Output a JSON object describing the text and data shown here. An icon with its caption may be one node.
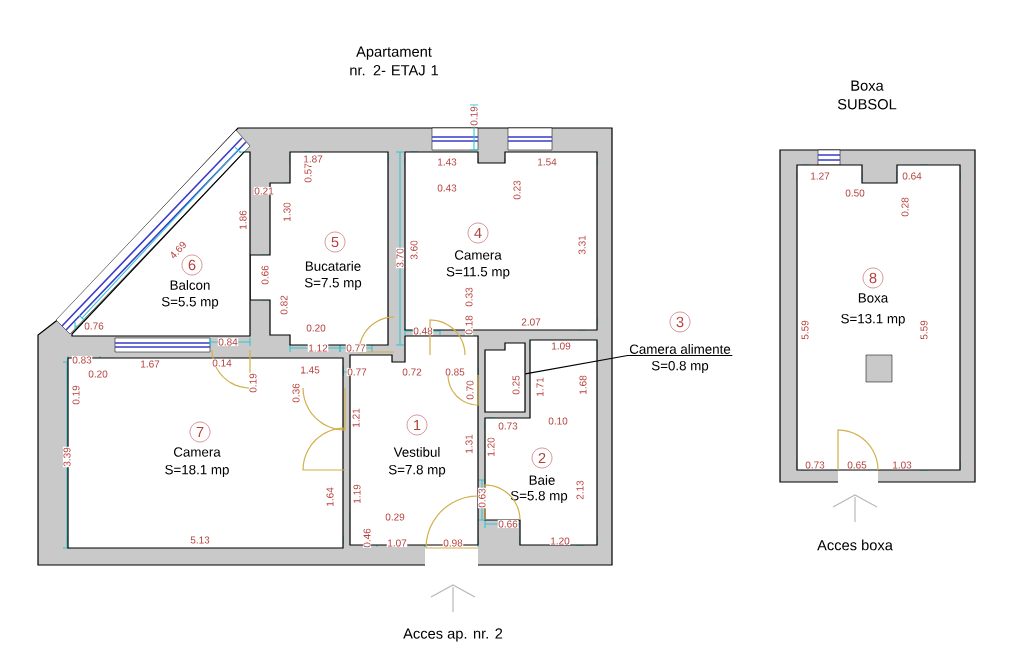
{
  "diagram": {
    "nodes": [
      {
        "text": [
          "1",
          "Vestibul",
          "S=7.8 mp"
        ]
      },
      {
        "text": [
          "2",
          "Baie",
          "S=5.8 mp"
        ]
      },
      {
        "text": [],
        "shape": "box"
      },
      {
        "text": [
          "3",
          "Camera alimente",
          "S=0.8 mp"
        ]
      },
      {
        "text": [
          "4",
          "Camera",
          "S=11.5 mp"
        ]
      },
      {
        "text": [
          "5",
          "Bucatarie",
          "S=7.5 mp"
        ]
      },
      {
        "text": [
          "6",
          "Balcon",
          "S=5.5 mp"
        ]
      },
      {
        "text": [
          "7",
          "Camera",
          "S=18.1 mp"
        ]
      },
      {
        "text": [
          "8",
          "Boxa",
          "S=13.1 mp"
        ]
      }
    ],
    "edges": [
      {
        "from": 3,
        "to": 2,
        "arrow": "none"
      }
    ],
    "labels": [
      "Apartament nr. 2- ETAJ 1",
      "Boxa SUBSOL",
      "0.19",
      "1.87",
      "1.43",
      "1.54",
      "0.57",
      "0.21",
      "0.43",
      "0.23",
      "4.69",
      "1.86",
      "1.30",
      "3.70",
      "3.60",
      "3.31",
      "0.66",
      "0.82",
      "0.33",
      "0.76",
      "2.07",
      "0.20",
      "0.48",
      "0.18",
      "0.84",
      "1.12",
      "0.77",
      "1.09",
      "0.83",
      "1.67",
      "0.14",
      "0.20",
      "1.45",
      "0.77",
      "0.72",
      "0.85",
      "0.19",
      "0.19",
      "0.36",
      "0.70",
      "0.25",
      "1.71",
      "1.68",
      "1.21",
      "0.73",
      "0.10",
      "1.31",
      "1.20",
      "3.39",
      "1.64",
      "1.19",
      "0.63",
      "2.13",
      "0.29",
      "0.66",
      "5.13",
      "0.46",
      "1.07",
      "0.98",
      "1.20",
      "1.27",
      "0.64",
      "0.50",
      "0.28",
      "5.59",
      "5.59",
      "0.73",
      "0.65",
      "1.03",
      "Acces ap. nr. 2",
      "Acces boxa"
    ]
  }
}
